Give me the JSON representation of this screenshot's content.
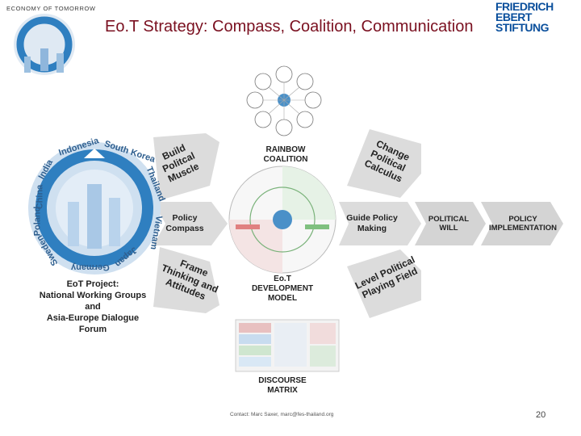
{
  "header": {
    "economy_label": "ECONOMY OF TOMORROW",
    "title": "Eo.T Strategy: Compass, Coalition, Communication"
  },
  "logo": {
    "line1": "FRIEDRICH",
    "line2": "EBERT",
    "line3": "STIFTUNG"
  },
  "ring": {
    "countries": [
      "Indonesia",
      "South Korea",
      "Thailand",
      "Vietnam",
      "Japan",
      "Germany",
      "Sweden",
      "Poland",
      "China",
      "India"
    ],
    "project_label": [
      "EoT Project:",
      "National Working Groups",
      "and",
      "Asia-Europe Dialogue",
      "Forum"
    ]
  },
  "arrows": {
    "build_muscle": [
      "Build",
      "Politcal",
      "Muscle"
    ],
    "policy_compass": [
      "Policy",
      "Compass"
    ],
    "frame_thinking": [
      "Frame",
      "Thinking and",
      "Attitudes"
    ],
    "change_calculus": [
      "Change",
      "Political",
      "Calculus"
    ],
    "guide_policy": [
      "Guide Policy",
      "Making"
    ],
    "level_field": [
      "Level Political",
      "Playing Field"
    ],
    "political_will": [
      "POLITICAL",
      "WILL"
    ],
    "policy_implementation": [
      "POLICY",
      "IMPLEMENTATION"
    ]
  },
  "center": {
    "rainbow": [
      "RAINBOW",
      "COALITION"
    ],
    "dev_model": [
      "Eo.T",
      "DEVELOPMENT",
      "MODEL"
    ],
    "discourse": [
      "DISCOURSE",
      "MATRIX"
    ]
  },
  "footer": {
    "contact": "Contact: Marc Saxer, marc@fes-thailand.org",
    "page": "20"
  },
  "colors": {
    "title": "#7a1020",
    "logo_blue": "#0a4f9c",
    "ring_blue": "#2f7fc0",
    "arrow_grey": "#d9d9d9"
  }
}
